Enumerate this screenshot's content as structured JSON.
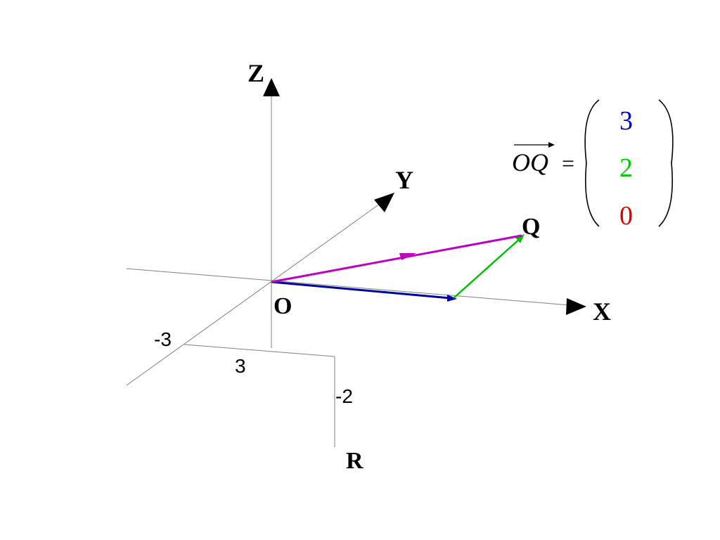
{
  "labels": {
    "z_axis": "Z",
    "y_axis": "Y",
    "x_axis": "X",
    "origin": "O",
    "point_q": "Q",
    "point_r": "R"
  },
  "ticks": {
    "neg3": "-3",
    "pos3": "3",
    "neg2": "-2"
  },
  "equation": {
    "vector_name": "OQ",
    "equals": "=",
    "components": [
      "3",
      "2",
      "0"
    ]
  },
  "colors": {
    "axis": "#808080",
    "axis_arrow": "#000000",
    "vector_oq": "#c000c0",
    "component_x": "#0000a0",
    "component_y": "#00c000",
    "component_x_text": "#0000cc",
    "component_y_text": "#00cc00",
    "component_z_text": "#dd0000",
    "text": "#000000"
  }
}
